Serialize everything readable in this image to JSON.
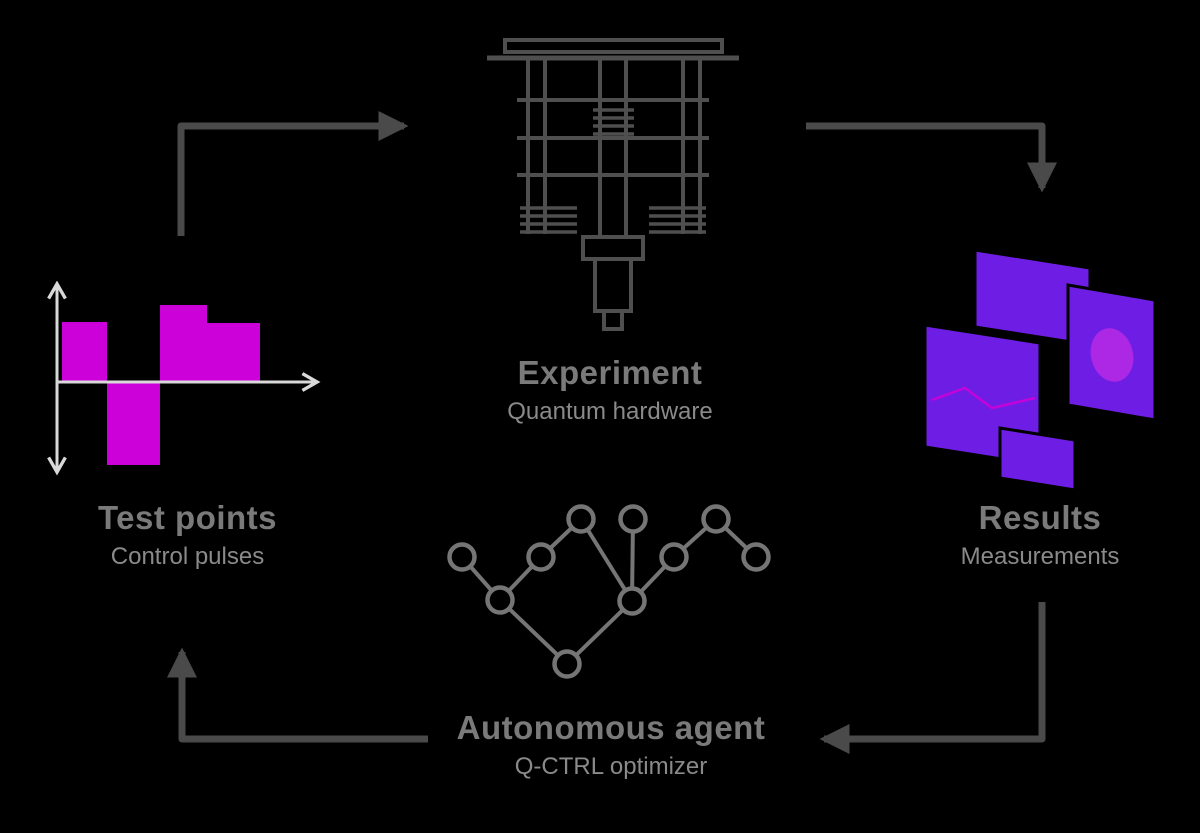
{
  "diagram": {
    "stages": {
      "experiment": {
        "title": "Experiment",
        "subtitle": "Quantum hardware",
        "icon": "dilution-refrigerator-icon"
      },
      "results": {
        "title": "Results",
        "subtitle": "Measurements",
        "icon": "measurement-screens-icon"
      },
      "test_points": {
        "title": "Test points",
        "subtitle": "Control pulses",
        "icon": "pulse-waveform-icon"
      },
      "agent": {
        "title": "Autonomous agent",
        "subtitle": "Q-CTRL optimizer",
        "icon": "network-graph-icon"
      }
    },
    "flow": [
      {
        "from": "test_points",
        "to": "experiment"
      },
      {
        "from": "experiment",
        "to": "results"
      },
      {
        "from": "results",
        "to": "agent"
      },
      {
        "from": "agent",
        "to": "test_points"
      }
    ],
    "colors": {
      "background": "#000000",
      "arrow": "#4a4a4a",
      "title_text": "#7a7a7a",
      "subtitle_text": "#8a8a8a",
      "magenta": "#cc00d8",
      "purple": "#6e1ee4",
      "hardware_gray": "#4f4f4f",
      "node_gray": "#757575",
      "axis_gray": "#d9d9d9"
    }
  }
}
